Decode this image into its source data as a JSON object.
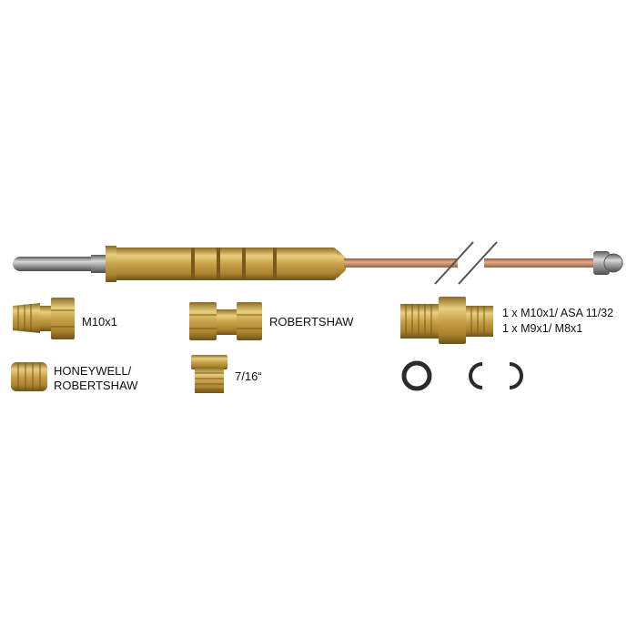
{
  "labels": {
    "m10x1": "M10x1",
    "robertshaw": "ROBERTSHAW",
    "honeywell_line1": "HONEYWELL/",
    "honeywell_line2": "ROBERTSHAW",
    "size_7_16": "7/16“",
    "kit_line1": "1 x  M10x1/ ASA 11/32",
    "kit_line2": "1 x  M9x1/ M8x1"
  },
  "colors": {
    "brass": "#c9a24a",
    "brass_light": "#e8cf7d",
    "brass_dark": "#8a6a24",
    "copper": "#c98a68",
    "steel": "#8f8f8f",
    "clip": "#2b2b2b"
  }
}
